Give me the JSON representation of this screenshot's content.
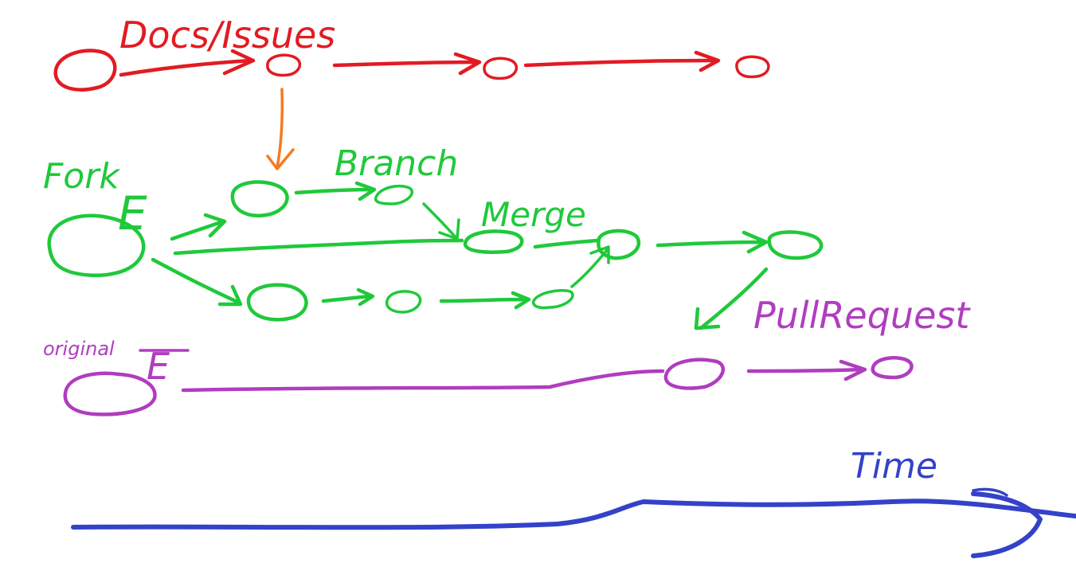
{
  "colors": {
    "upstream": "#e21b23",
    "arrow_down": "#f47b20",
    "fork": "#1fc93a",
    "original": "#b03dbf",
    "time": "#3442c9"
  },
  "labels": {
    "docs_issues": "Docs/Issues",
    "fork": "Fork",
    "fork_marker": "E",
    "branch": "Branch",
    "merge": "Merge",
    "pull_request": "PullRequest",
    "original": "original",
    "original_marker": "E",
    "time": "Time"
  }
}
